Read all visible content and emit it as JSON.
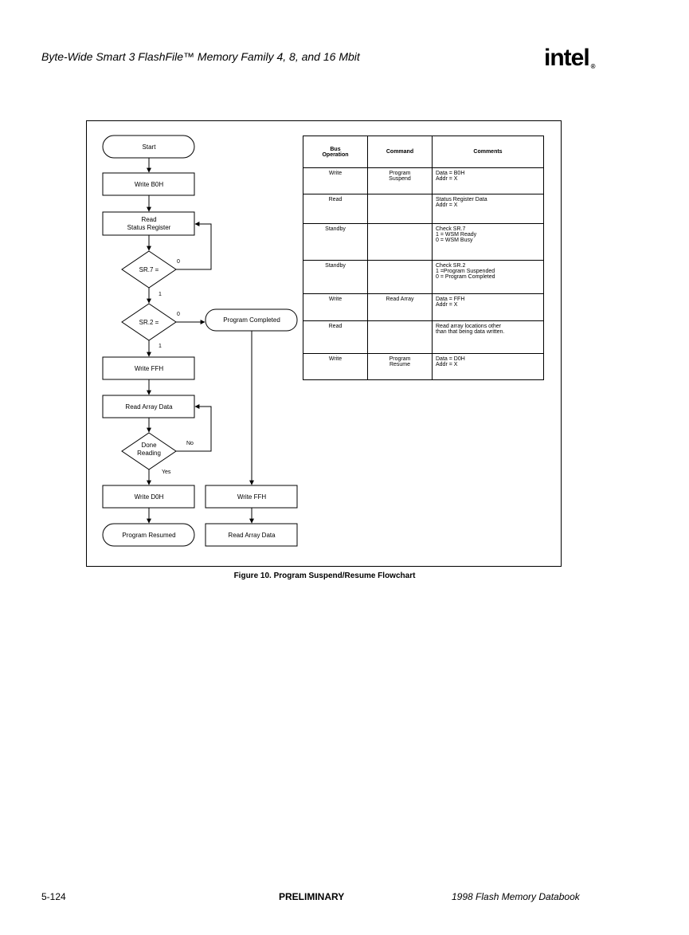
{
  "header": {
    "title": "Byte-Wide Smart 3 FlashFile™ Memory Family 4, 8, and 16 Mbit",
    "logo": "intel"
  },
  "flowchart": {
    "start": "Start",
    "write_b0h": "Write B0H",
    "read_status_1": "Read",
    "read_status_2": "Status Register",
    "sr7": "SR.7 =",
    "sr7_zero": "0",
    "sr7_one": "1",
    "sr2": "SR.2 =",
    "sr2_zero": "0",
    "sr2_one": "1",
    "program_completed": "Program Completed",
    "write_ffh_left": "Write FFH",
    "read_array_left": "Read Array Data",
    "done_1": "Done",
    "done_2": "Reading",
    "no": "No",
    "yes": "Yes",
    "write_d0h": "Write D0H",
    "program_resumed": "Program Resumed",
    "write_ffh_right": "Write FFH",
    "read_array_right": "Read Array Data"
  },
  "table": {
    "headers": [
      "Bus\nOperation",
      "Command",
      "Comments"
    ],
    "rows": [
      [
        "Write",
        "Program\nSuspend",
        "Data = B0H\nAddr = X"
      ],
      [
        "Read",
        "",
        "Status Register Data\nAddr = X"
      ],
      [
        "Standby",
        "",
        "Check SR.7\n1 = WSM Ready\n0 = WSM Busy"
      ],
      [
        "Standby",
        "",
        "Check SR.2\n1 =Program Suspended\n0 = Program Completed"
      ],
      [
        "Write",
        "Read Array",
        "Data = FFH\nAddr = X"
      ],
      [
        "Read",
        "",
        "Read array locations other\nthan that being data written."
      ],
      [
        "Write",
        "Program\nResume",
        "Data = D0H\nAddr = X"
      ]
    ]
  },
  "caption": "Figure 10. Program Suspend/Resume Flowchart",
  "footer": {
    "page": "5-124",
    "status": "PRELIMINARY",
    "book": "1998 Flash Memory Databook"
  }
}
